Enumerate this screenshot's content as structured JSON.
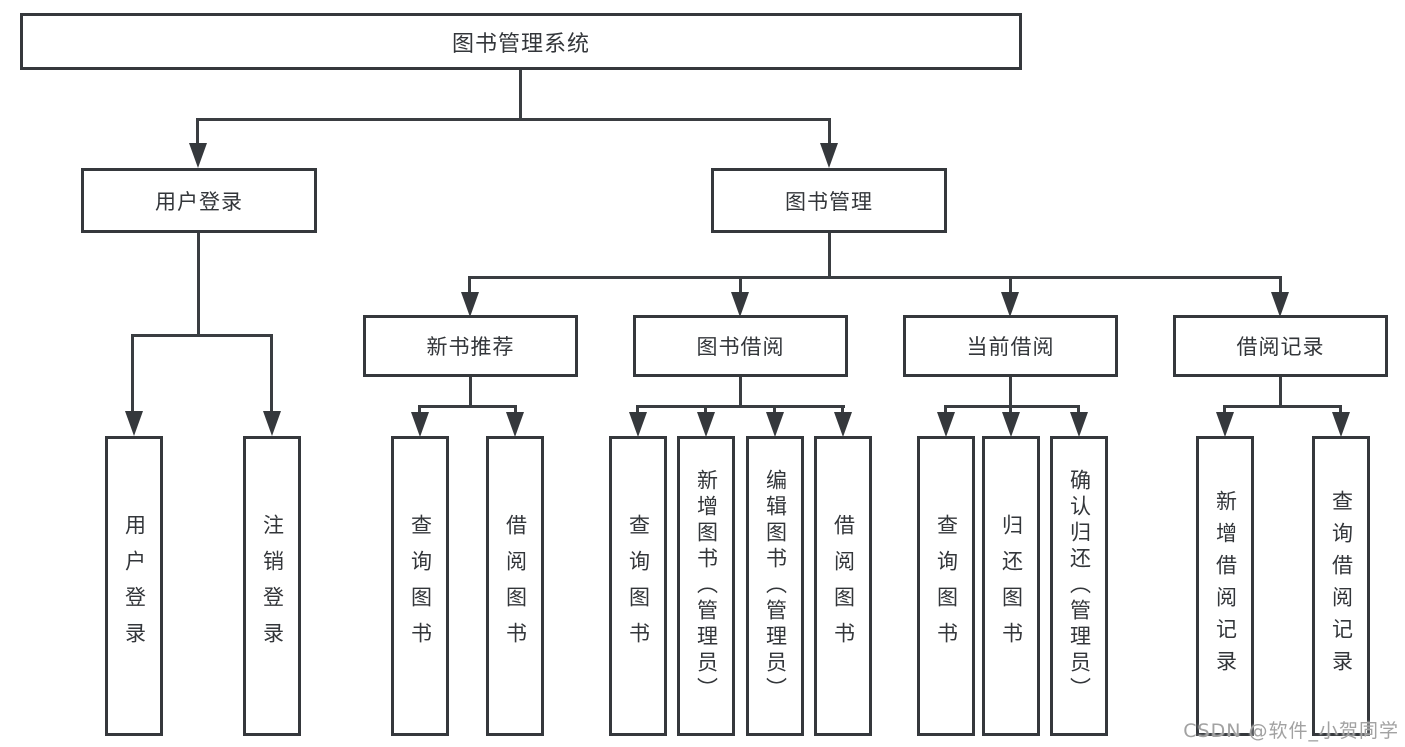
{
  "tree": {
    "root": {
      "label": "图书管理系统"
    },
    "l2": [
      {
        "label": "用户登录",
        "leaves": [
          {
            "label": "用户登录"
          },
          {
            "label": "注销登录"
          }
        ]
      },
      {
        "label": "图书管理"
      }
    ],
    "l3": [
      {
        "label": "新书推荐",
        "leaves": [
          {
            "label": "查询图书"
          },
          {
            "label": "借阅图书"
          }
        ]
      },
      {
        "label": "图书借阅",
        "leaves": [
          {
            "label": "查询图书"
          },
          {
            "label": "新增图书（管理员）"
          },
          {
            "label": "编辑图书（管理员）"
          },
          {
            "label": "借阅图书"
          }
        ]
      },
      {
        "label": "当前借阅",
        "leaves": [
          {
            "label": "查询图书"
          },
          {
            "label": "归还图书"
          },
          {
            "label": "确认归还（管理员）"
          }
        ]
      },
      {
        "label": "借阅记录",
        "leaves": [
          {
            "label": "新增借阅记录"
          },
          {
            "label": "查询借阅记录"
          }
        ]
      }
    ]
  },
  "watermark": {
    "text": "CSDN @软件_小贺同学"
  },
  "colors": {
    "line": "#3a3d41",
    "border": "#35383c",
    "text": "#33363a",
    "watermark": "#a2a2a2",
    "background": "#ffffff"
  }
}
